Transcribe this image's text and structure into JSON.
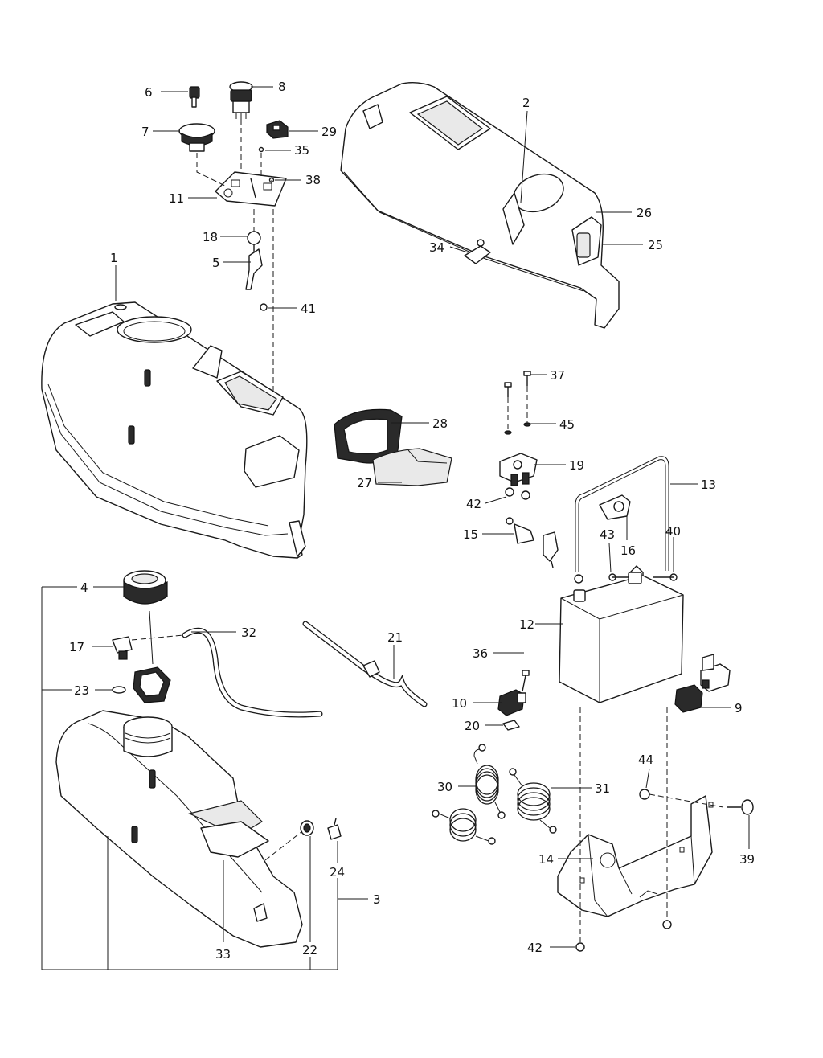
{
  "diagram": {
    "part_numbers": [
      "1",
      "2",
      "3",
      "4",
      "5",
      "6",
      "7",
      "8",
      "9",
      "10",
      "11",
      "12",
      "13",
      "14",
      "15",
      "16",
      "17",
      "18",
      "19",
      "20",
      "21",
      "22",
      "23",
      "24",
      "25",
      "26",
      "27",
      "28",
      "29",
      "30",
      "31",
      "32",
      "33",
      "34",
      "35",
      "36",
      "37",
      "38",
      "39",
      "40",
      "41",
      "42",
      "42",
      "43",
      "44",
      "45"
    ]
  }
}
